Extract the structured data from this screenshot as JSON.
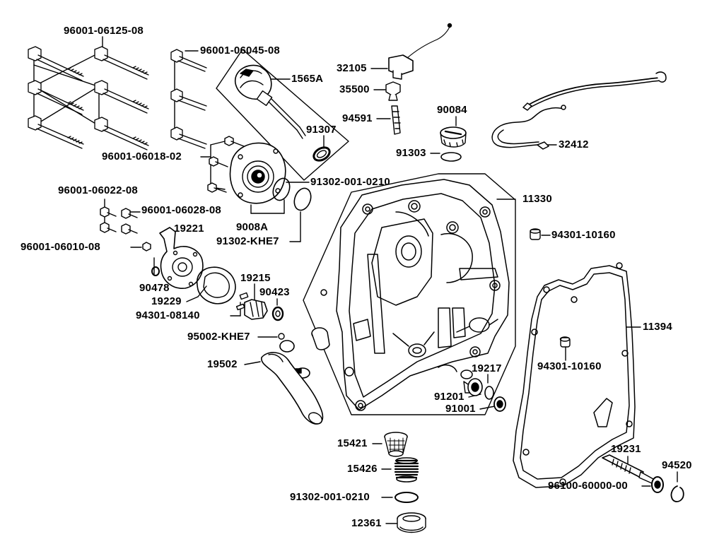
{
  "diagram": {
    "labels": {
      "bolt_long": "96001-06125-08",
      "bolt_mid": "96001-06045-08",
      "dipstick_assy": "1565A",
      "oring_dipstick": "91307",
      "bolt_small": "96001-06018-02",
      "oring_big": "91302-001-0210",
      "pump_assy": "9008A",
      "oring_pump": "91302-KHE7",
      "bolt_06022": "96001-06022-08",
      "bolt_06028": "96001-06028-08",
      "bolt_06010": "96001-06010-08",
      "pump_housing": "19221",
      "washer_90478": "90478",
      "pump_gasket": "19229",
      "impeller": "19215",
      "seal_90423": "90423",
      "pin_08140": "94301-08140",
      "hose_clamp": "95002-KHE7",
      "hose": "19502",
      "sensor": "32105",
      "valve": "35500",
      "pin_94591": "94591",
      "filler_cap": "90084",
      "oring_cap": "91303",
      "cable": "32412",
      "crankcase_cover": "11330",
      "dowel_top": "94301-10160",
      "gasket": "11394",
      "dowel_mid": "94301-10160",
      "bushing": "19217",
      "seal_91201": "91201",
      "bearing_91001": "91001",
      "strainer": "15421",
      "spring": "15426",
      "oring_drain": "91302-001-0210",
      "drain_plug": "12361",
      "shaft": "19231",
      "bearing_shaft": "96100-60000-00",
      "circlip": "94520"
    }
  }
}
